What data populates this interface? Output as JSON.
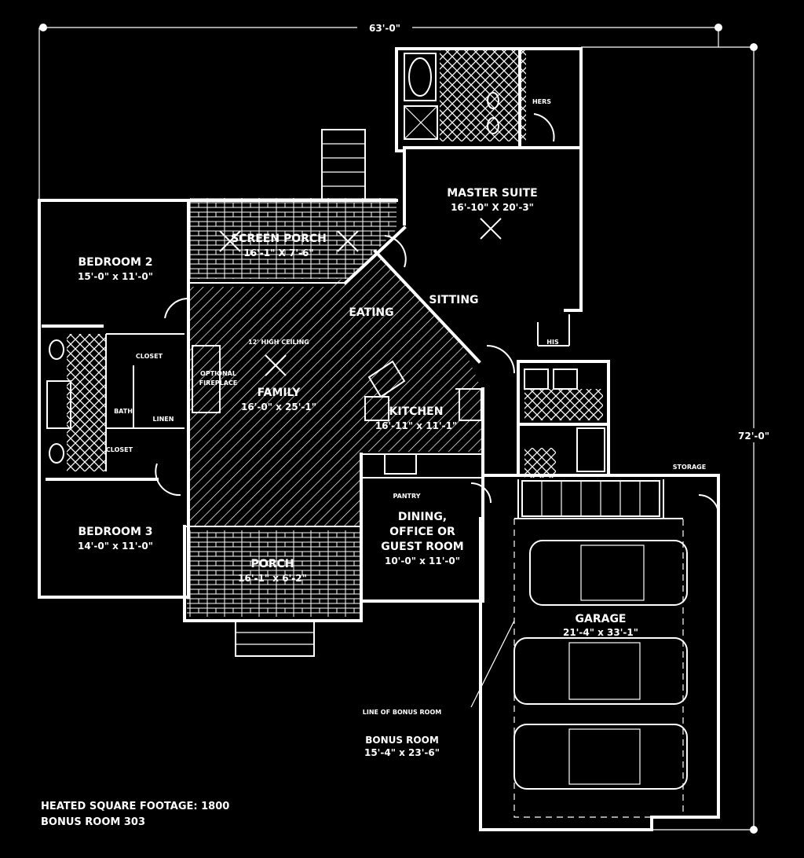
{
  "dimensions": {
    "width_top": "63'-0\"",
    "depth_right": "72'-0\""
  },
  "rooms": {
    "master_suite": {
      "name": "MASTER SUITE",
      "size": "16'-10\" X 20'-3\""
    },
    "his": "HIS",
    "hers": "HERS",
    "screen_porch": {
      "name": "SCREEN PORCH",
      "size": "16'-1\" X 7'-6\""
    },
    "bedroom2": {
      "name": "BEDROOM 2",
      "size": "15'-0\" x 11'-0\""
    },
    "bedroom3": {
      "name": "BEDROOM 3",
      "size": "14'-0\" x 11'-0\""
    },
    "sitting": "SITTING",
    "eating": "EATING",
    "family": {
      "name": "FAMILY",
      "size": "16'-0\" x 25'-1\"",
      "ceiling": "12' HIGH CEILING"
    },
    "optional_fireplace": [
      "OPTIONAL",
      "FIREPLACE"
    ],
    "kitchen": {
      "name": "KITCHEN",
      "size": "16'-11\" x 11'-1\""
    },
    "closet_upper": "CLOSET",
    "closet_lower": "CLOSET",
    "linen": "LINEN",
    "bath": "BATH",
    "pantry": "PANTRY",
    "dining": {
      "lines": [
        "DINING,",
        "OFFICE OR",
        "GUEST ROOM"
      ],
      "size": "10'-0\" x 11'-0\""
    },
    "porch": {
      "name": "PORCH",
      "size": "16'-1\" x 6'-2\""
    },
    "storage": "STORAGE",
    "garage": {
      "name": "GARAGE",
      "size": "21'-4\" x 33'-1\""
    },
    "bonus_line": "LINE OF BONUS ROOM",
    "bonus_room": {
      "name": "BONUS ROOM",
      "size": "15'-4\" x 23'-6\""
    }
  },
  "footer": {
    "heated": "HEATED SQUARE FOOTAGE: 1800",
    "bonus": "BONUS ROOM 303"
  }
}
